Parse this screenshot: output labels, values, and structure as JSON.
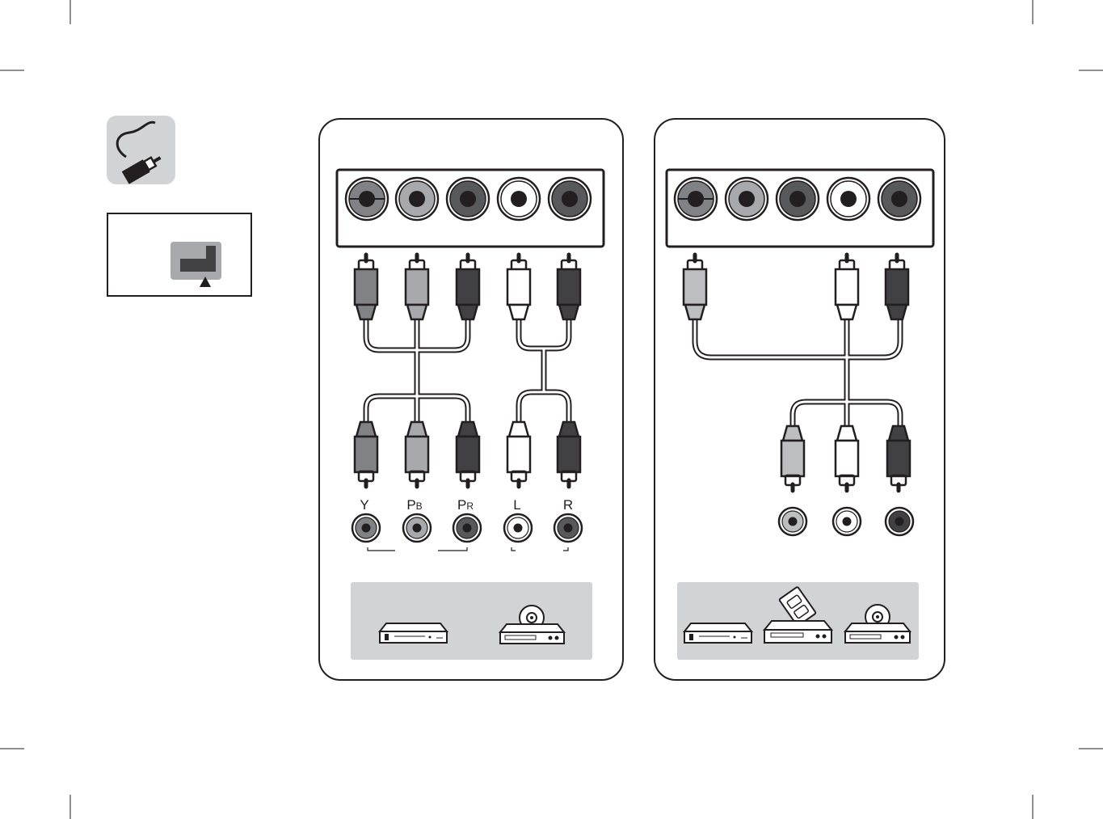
{
  "labels": {
    "component": [
      "Y",
      "P",
      "P",
      "L",
      "R"
    ],
    "component_sub": [
      "",
      "B",
      "R",
      "",
      ""
    ]
  },
  "colors": {
    "panel_border": "#231f20",
    "device_bg": "#d1d3d4",
    "icon_bg": "#d1d3d4",
    "jack_light": "#a7a9ac",
    "jack_mid": "#808285",
    "jack_dark": "#58595b",
    "jack_white": "#ffffff"
  },
  "icons": {
    "cable": "rca-cable-icon",
    "port": "input-port-icon",
    "bluray": "bluray-player-icon",
    "dvd": "dvd-player-icon",
    "vcr": "vcr-icon"
  }
}
